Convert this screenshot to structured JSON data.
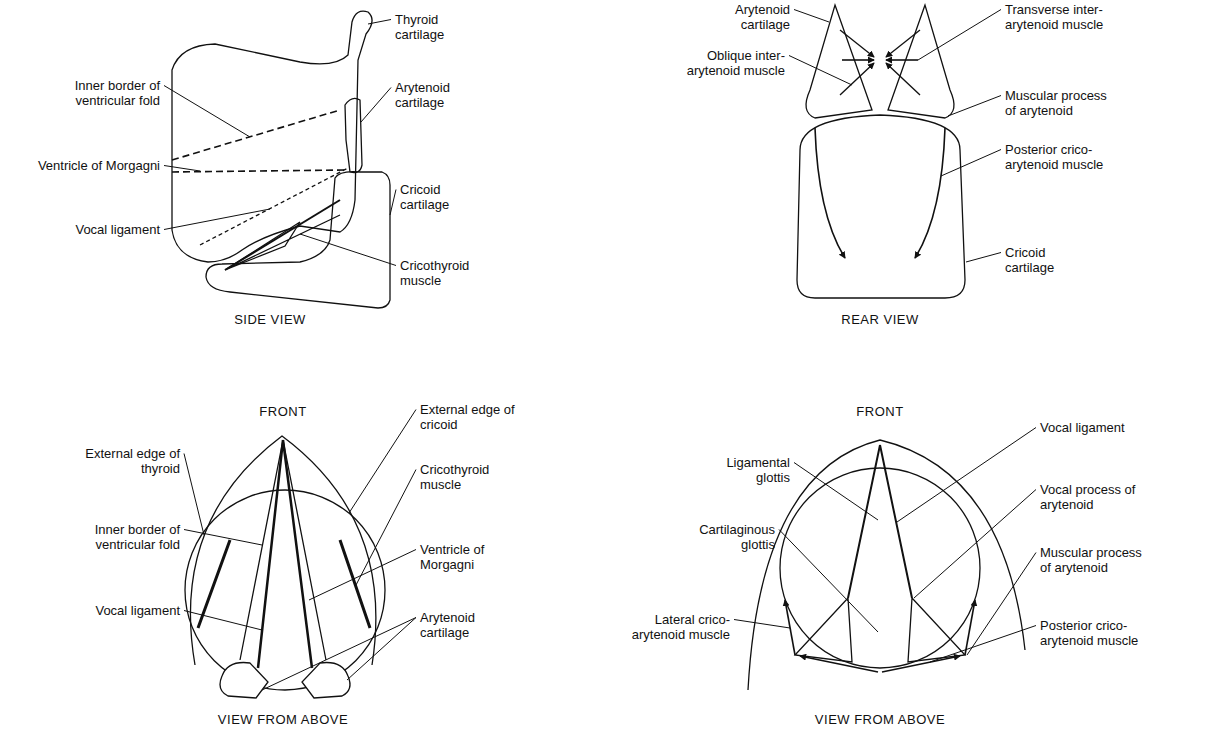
{
  "diagram": {
    "labels": [
      "Thyroid cartilage",
      "Inner border of ventricular fold",
      "Arytenoid cartilage",
      "Ventricle of Morgagni",
      "Cricoid cartilage",
      "Vocal ligament",
      "Cricothyroid muscle",
      "SIDE VIEW",
      "Arytenoid cartilage",
      "Oblique inter-arytenoid muscle",
      "Transverse inter-arytenoid muscle",
      "Muscular process of arytenoid",
      "Posterior crico-arytenoid muscle",
      "Cricoid cartilage",
      "REAR VIEW",
      "FRONT",
      "External edge of thyroid",
      "External edge of cricoid",
      "Cricothyroid muscle",
      "Inner border of ventricular fold",
      "Ventricle of Morgagni",
      "Vocal ligament",
      "Arytenoid cartilage",
      "VIEW FROM ABOVE",
      "FRONT",
      "Vocal ligament",
      "Ligamental glottis",
      "Vocal process of arytenoid",
      "Cartilaginous glottis",
      "Muscular process of arytenoid",
      "Lateral crico-arytenoid muscle",
      "Posterior crico-arytenoid muscle",
      "VIEW FROM ABOVE"
    ]
  }
}
